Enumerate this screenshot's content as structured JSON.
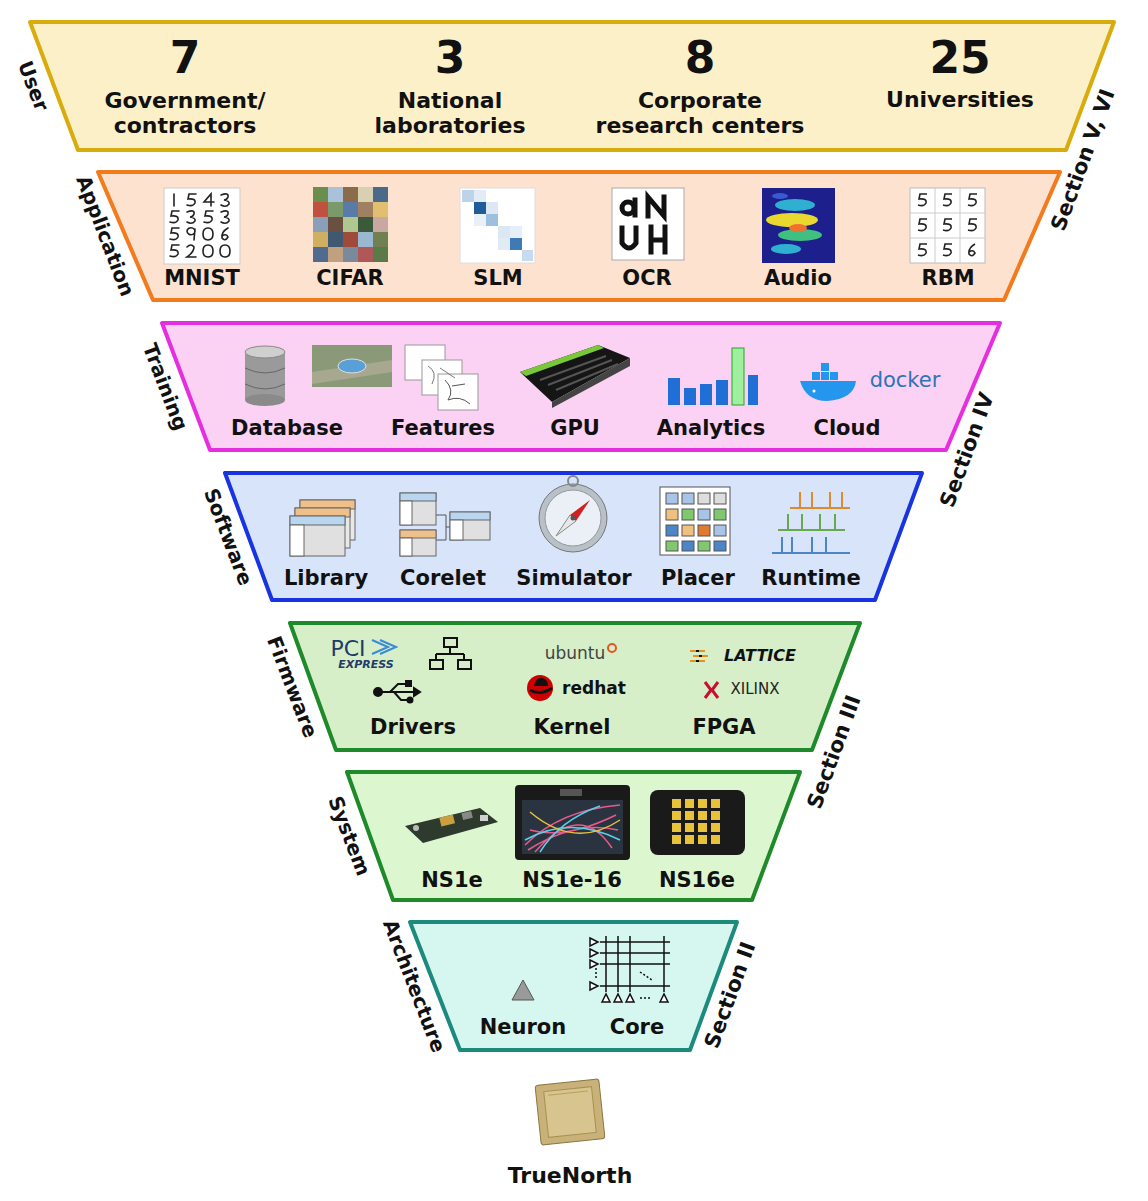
{
  "diagram": {
    "nodes": [
      {
        "text": [
          "User",
          "7",
          "Government/ contractors",
          "3",
          "National laboratories",
          "8",
          "Corporate research centers",
          "25",
          "Universities"
        ]
      },
      {
        "text": [
          "Application",
          "MNIST",
          "CIFAR",
          "SLM",
          "OCR",
          "Audio",
          "RBM"
        ]
      },
      {
        "text": [
          "Training",
          "Database",
          "Features",
          "GPU",
          "Analytics",
          "Cloud"
        ]
      },
      {
        "text": [
          "Software",
          "Library",
          "Corelet",
          "Simulator",
          "Placer",
          "Runtime"
        ]
      },
      {
        "text": [
          "Firmware",
          "Drivers",
          "Kernel",
          "FPGA"
        ]
      },
      {
        "text": [
          "System",
          "NS1e",
          "NS1e-16",
          "NS16e"
        ]
      },
      {
        "text": [
          "Architecture",
          "Neuron",
          "Core"
        ]
      }
    ],
    "labels": [
      "Section V, VI",
      "Section IV",
      "Section III",
      "Section II",
      "docker",
      "PCI",
      "EXPRESS",
      "ubuntu",
      "redhat",
      "LATTICE",
      "XILINX",
      "TrueNorth"
    ]
  }
}
